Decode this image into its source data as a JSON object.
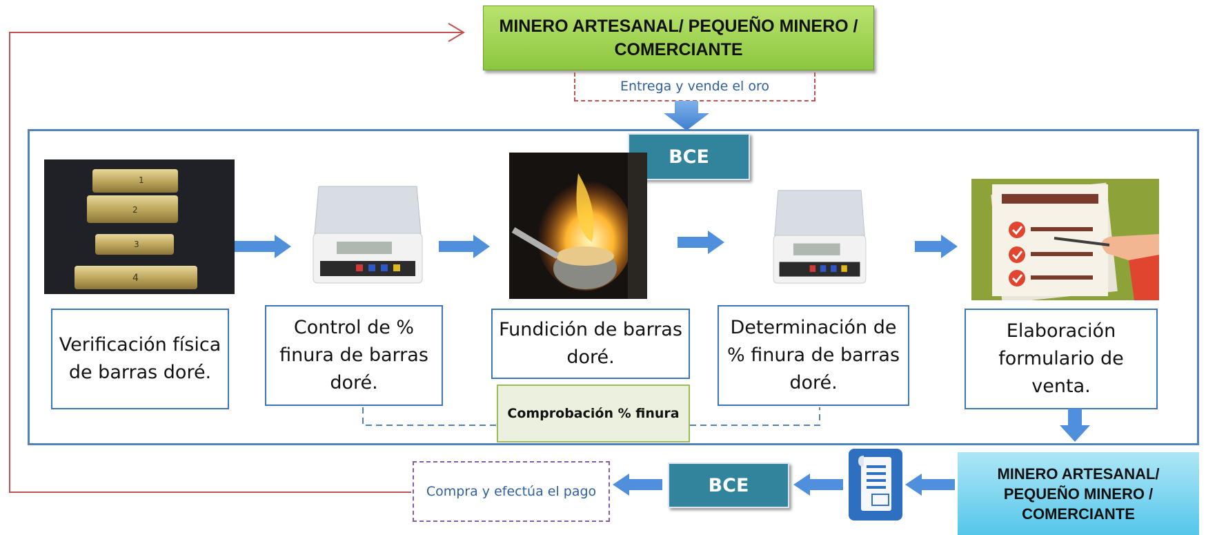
{
  "top_actor": {
    "label": "MINERO ARTESANAL/ PEQUEÑO MINERO / COMERCIANTE"
  },
  "deliver_note": "Entrega y vende el oro",
  "bce_header": "BCE",
  "steps": [
    {
      "label": "Verificación física de barras doré."
    },
    {
      "label": "Control de % finura de barras doré."
    },
    {
      "label": "Fundición de barras doré."
    },
    {
      "label": "Determinación de % finura de barras doré."
    },
    {
      "label": "Elaboración formulario de venta."
    }
  ],
  "check_note": "Comprobación % finura",
  "bottom_actor": {
    "label": "MINERO ARTESANAL/ PEQUEÑO MINERO / COMERCIANTE"
  },
  "bce_bottom": "BCE",
  "payment_note": "Compra y efectúa el pago",
  "bar_numbers": [
    "1",
    "2",
    "3",
    "4"
  ],
  "colors": {
    "frame": "#4f81bd",
    "feedback_line": "#c0504d",
    "bce_fill": "#31849b",
    "top_actor_fill": "#8cc63f",
    "bottom_actor_fill": "#55c7ea",
    "arrow_fill": "#4f8fdc"
  },
  "icons": {
    "step_1": "gold-bars-photo",
    "step_2": "digital-scale-photo",
    "step_3": "melting-flame-photo",
    "step_4": "digital-scale-photo",
    "step_5": "form-checklist-illustration",
    "payment_document": "invoice-document-icon"
  }
}
